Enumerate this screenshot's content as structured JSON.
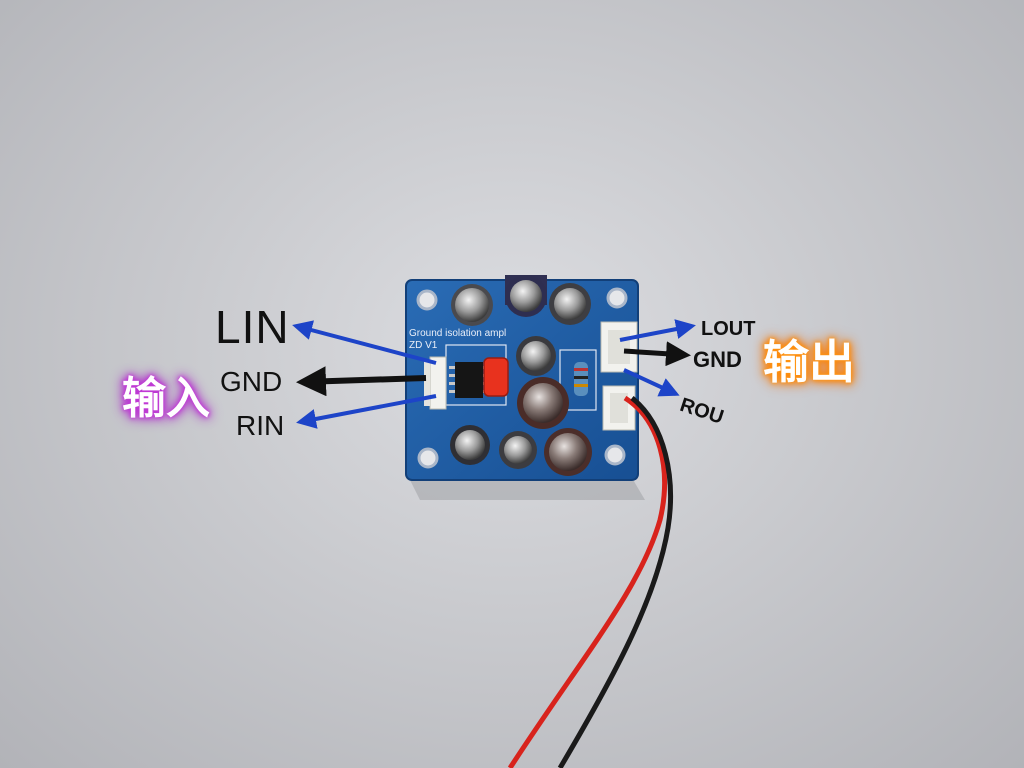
{
  "labels": {
    "lin": "LIN",
    "gnd_left": "GND",
    "rin": "RIN",
    "lout": "LOUT",
    "gnd_right": "GND",
    "rou": "ROU",
    "input_cn": "输入",
    "output_cn": "输出"
  },
  "board": {
    "silkscreen_line1": "Ground isolation ampl",
    "silkscreen_line2": "ZD V1"
  },
  "colors": {
    "background": "#c9cace",
    "pcb": "#1f5fa8",
    "arrow_blue": "#1d44c8",
    "arrow_black": "#111111",
    "wire_red": "#d8231c",
    "wire_black": "#1a1a1a",
    "input_glow": "#c23ad6",
    "output_glow": "#ff8a00"
  }
}
